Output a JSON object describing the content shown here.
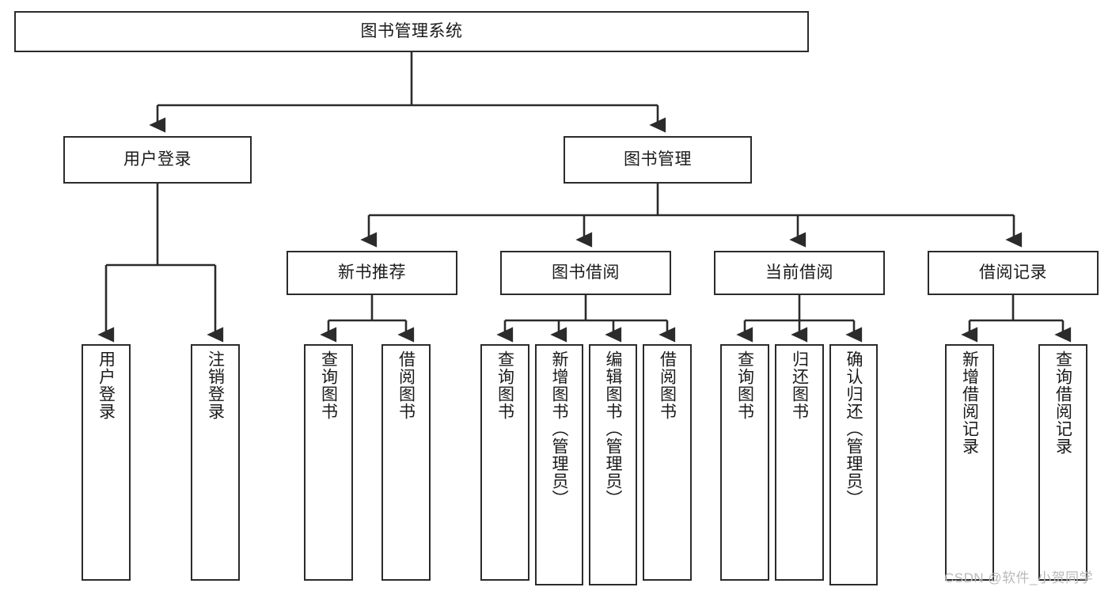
{
  "diagram": {
    "title": "图书管理系统",
    "type": "功能结构图",
    "stroke_color": "#2b2b2b",
    "fill_color": "#ffffff",
    "text_color": "#1a1a1a",
    "watermark": "CSDN @软件_小贺同学"
  },
  "nodes": {
    "root": {
      "label": "图书管理系统"
    },
    "level2": [
      {
        "id": "user-login",
        "label": "用户登录"
      },
      {
        "id": "book-manage",
        "label": "图书管理"
      }
    ],
    "level3": [
      {
        "id": "new-book-recommend",
        "label": "新书推荐"
      },
      {
        "id": "book-borrow",
        "label": "图书借阅"
      },
      {
        "id": "current-borrow",
        "label": "当前借阅"
      },
      {
        "id": "borrow-record",
        "label": "借阅记录"
      }
    ],
    "leaves": {
      "user_login": [
        {
          "id": "leaf-user-login",
          "label": "用户登录"
        },
        {
          "id": "leaf-logout-login",
          "label": "注销登录"
        }
      ],
      "new_book_recommend": [
        {
          "id": "leaf-query-book-1",
          "label": "查询图书"
        },
        {
          "id": "leaf-borrow-book-1",
          "label": "借阅图书"
        }
      ],
      "book_borrow": [
        {
          "id": "leaf-query-book-2",
          "label": "查询图书"
        },
        {
          "id": "leaf-add-book",
          "label": "新增图书（管理员）"
        },
        {
          "id": "leaf-edit-book",
          "label": "编辑图书（管理员）"
        },
        {
          "id": "leaf-borrow-book-2",
          "label": "借阅图书"
        }
      ],
      "current_borrow": [
        {
          "id": "leaf-query-book-3",
          "label": "查询图书"
        },
        {
          "id": "leaf-return-book",
          "label": "归还图书"
        },
        {
          "id": "leaf-confirm-return",
          "label": "确认归还（管理员）"
        }
      ],
      "borrow_record": [
        {
          "id": "leaf-add-record",
          "label": "新增借阅记录"
        },
        {
          "id": "leaf-query-record",
          "label": "查询借阅记录"
        }
      ]
    }
  },
  "chart_data": {
    "type": "diagram",
    "subtype": "tree",
    "title": "图书管理系统",
    "orientation": "top-down",
    "tree": {
      "label": "图书管理系统",
      "children": [
        {
          "label": "用户登录",
          "children": [
            {
              "label": "用户登录"
            },
            {
              "label": "注销登录"
            }
          ]
        },
        {
          "label": "图书管理",
          "children": [
            {
              "label": "新书推荐",
              "children": [
                {
                  "label": "查询图书"
                },
                {
                  "label": "借阅图书"
                }
              ]
            },
            {
              "label": "图书借阅",
              "children": [
                {
                  "label": "查询图书"
                },
                {
                  "label": "新增图书（管理员）"
                },
                {
                  "label": "编辑图书（管理员）"
                },
                {
                  "label": "借阅图书"
                }
              ]
            },
            {
              "label": "当前借阅",
              "children": [
                {
                  "label": "查询图书"
                },
                {
                  "label": "归还图书"
                },
                {
                  "label": "确认归还（管理员）"
                }
              ]
            },
            {
              "label": "借阅记录",
              "children": [
                {
                  "label": "新增借阅记录"
                },
                {
                  "label": "查询借阅记录"
                }
              ]
            }
          ]
        }
      ]
    }
  }
}
